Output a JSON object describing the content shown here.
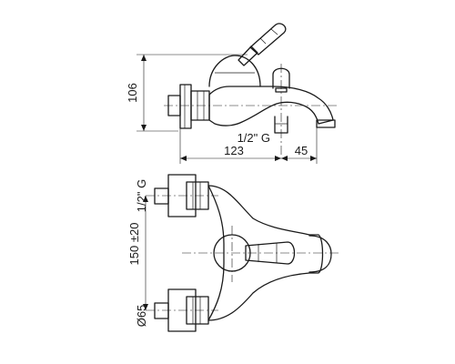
{
  "dimensions": {
    "height_side": "106",
    "length_body": "123",
    "spout_offset": "45",
    "thread_side": "1/2\" G",
    "thread_front": "1/2\" G",
    "centers": "150 ±20",
    "flange_dia": "Ø65"
  }
}
